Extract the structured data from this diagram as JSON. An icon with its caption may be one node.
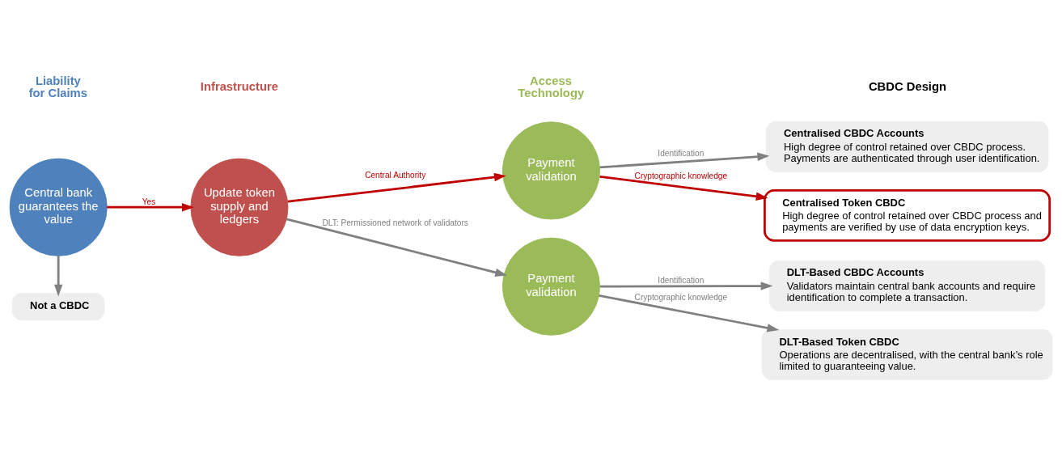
{
  "diagram": {
    "nodes": [
      {
        "text": [
          "Central bank guarantees the value"
        ]
      },
      {
        "text": [
          "Not a CBDC"
        ]
      },
      {
        "text": [
          "Update token supply and ledgers"
        ]
      },
      {
        "text": [
          "Payment validation"
        ]
      },
      {
        "text": [
          "Payment validation"
        ]
      },
      {
        "text": [
          "Centralised CBDC Accounts",
          "High degree of control retained over CBDC process. Payments are authenticated through user identification."
        ]
      },
      {
        "text": [
          "Centralised Token CBDC",
          "High degree of control retained over CBDC process and payments are verified by use of data encryption keys."
        ]
      },
      {
        "text": [
          "DLT-Based CBDC Accounts",
          "Validators maintain central bank accounts and require identification to complete a transaction."
        ]
      },
      {
        "text": [
          "DLT-Based Token CBDC",
          "Operations are decentralised, with the central bank’s role limited to guaranteeing value."
        ]
      }
    ],
    "edges": [
      {
        "from": 0,
        "to": 2,
        "arrow": "to",
        "label": "Yes",
        "color": "#c00000"
      },
      {
        "from": 0,
        "to": 1,
        "arrow": "to"
      },
      {
        "from": 2,
        "to": 3,
        "arrow": "to",
        "label": "Central Authority",
        "color": "#c00000"
      },
      {
        "from": 2,
        "to": 4,
        "arrow": "to",
        "label": "DLT: Permissioned network of validators"
      },
      {
        "from": 3,
        "to": 5,
        "arrow": "to",
        "label": "Identification"
      },
      {
        "from": 3,
        "to": 6,
        "arrow": "to",
        "label": "Cryptographic knowledge",
        "color": "#c00000"
      },
      {
        "from": 4,
        "to": 7,
        "arrow": "to",
        "label": "Identification"
      },
      {
        "from": 4,
        "to": 8,
        "arrow": "to",
        "label": "Cryptographic knowledge"
      }
    ],
    "labels": [
      "Liability for Claims",
      "Infrastructure",
      "Access Technology",
      "CBDC Design"
    ]
  }
}
